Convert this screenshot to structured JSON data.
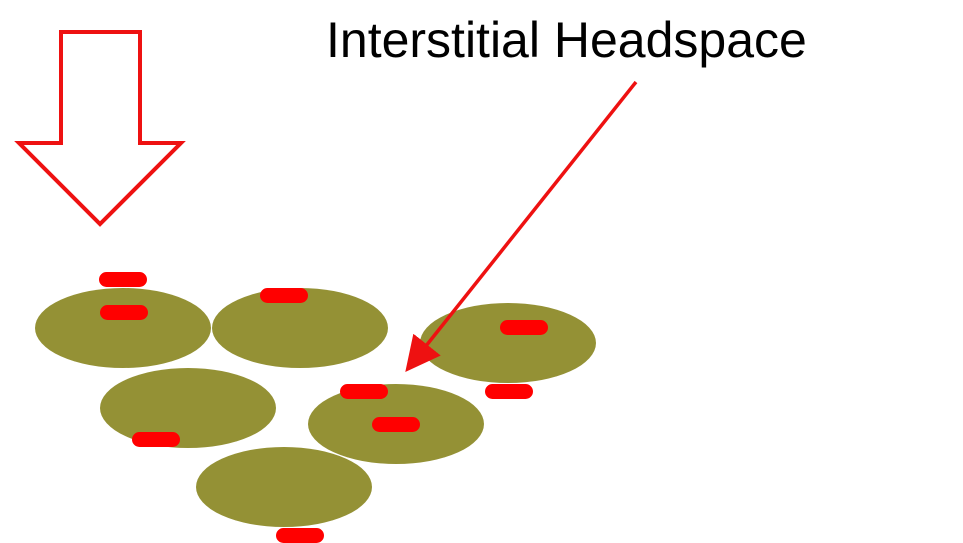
{
  "title": "Interstitial Headspace",
  "colors": {
    "particle": "#949135",
    "marker": "#ff0000",
    "arrow_outline": "#ee1111",
    "pointer_arrow": "#ee1111",
    "photo_strip": "#a8784a",
    "text": "#000000"
  },
  "icons": {
    "down_arrow": "hollow-down-arrow-icon",
    "pointer": "diagonal-pointer-arrow-icon"
  },
  "particle_count": 6,
  "marker_count": 9
}
